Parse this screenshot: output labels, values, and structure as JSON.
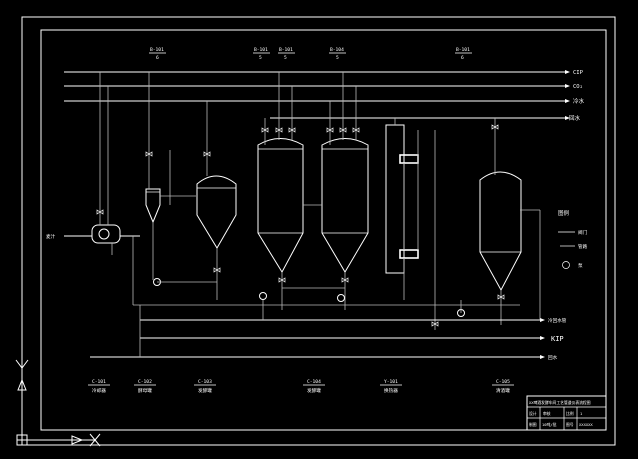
{
  "drawing": {
    "top_refs": [
      {
        "code": "B-101",
        "sub": "6"
      },
      {
        "code": "B-101",
        "sub": "5"
      },
      {
        "code": "B-101",
        "sub": "5"
      },
      {
        "code": "B-104",
        "sub": "5"
      },
      {
        "code": "B-101",
        "sub": "6"
      }
    ],
    "right_lines": [
      "CIP",
      "CO₂",
      "冷水",
      "回水"
    ],
    "bottom_right_lines": [
      "冷回水管",
      "KIP",
      "回水"
    ],
    "left_inlet": "麦汁",
    "bottom_equipment": [
      {
        "code": "C-101",
        "sub": "冷却器"
      },
      {
        "code": "C-102",
        "sub": "酵母罐"
      },
      {
        "code": "C-103",
        "sub": "发酵罐"
      },
      {
        "code": "C-104",
        "sub": "发酵罐"
      },
      {
        "code": "Y-101",
        "sub": "换热器"
      },
      {
        "code": "C-105",
        "sub": "清酒罐"
      }
    ],
    "legend": {
      "title": "图例",
      "items": [
        "阀门",
        "管路",
        "泵"
      ]
    },
    "title_block": {
      "heading": "XX啤酒发酵车间工艺管道仪表流程图",
      "rows": [
        [
          "设计",
          "审核",
          "比例",
          "1"
        ],
        [
          "制图",
          "10吨/批",
          "图号",
          "XXXXXX"
        ]
      ]
    }
  }
}
